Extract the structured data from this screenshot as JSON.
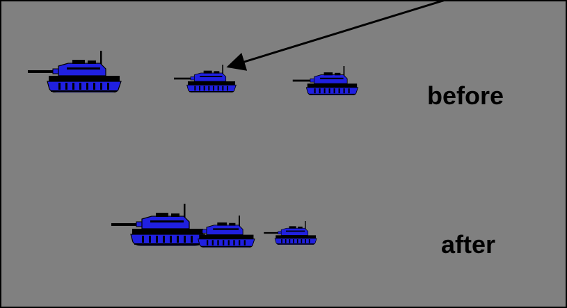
{
  "labels": {
    "before": "before",
    "after": "after"
  },
  "colors": {
    "background": "#808080",
    "frame": "#000000",
    "tank_body": "#2020e0",
    "tank_dark": "#000000",
    "arrow": "#000000"
  },
  "icons": {
    "tank": "tank-icon",
    "arrow": "arrow-icon"
  },
  "groups": {
    "before": {
      "tank_count": 3
    },
    "after": {
      "tank_count": 3
    }
  }
}
